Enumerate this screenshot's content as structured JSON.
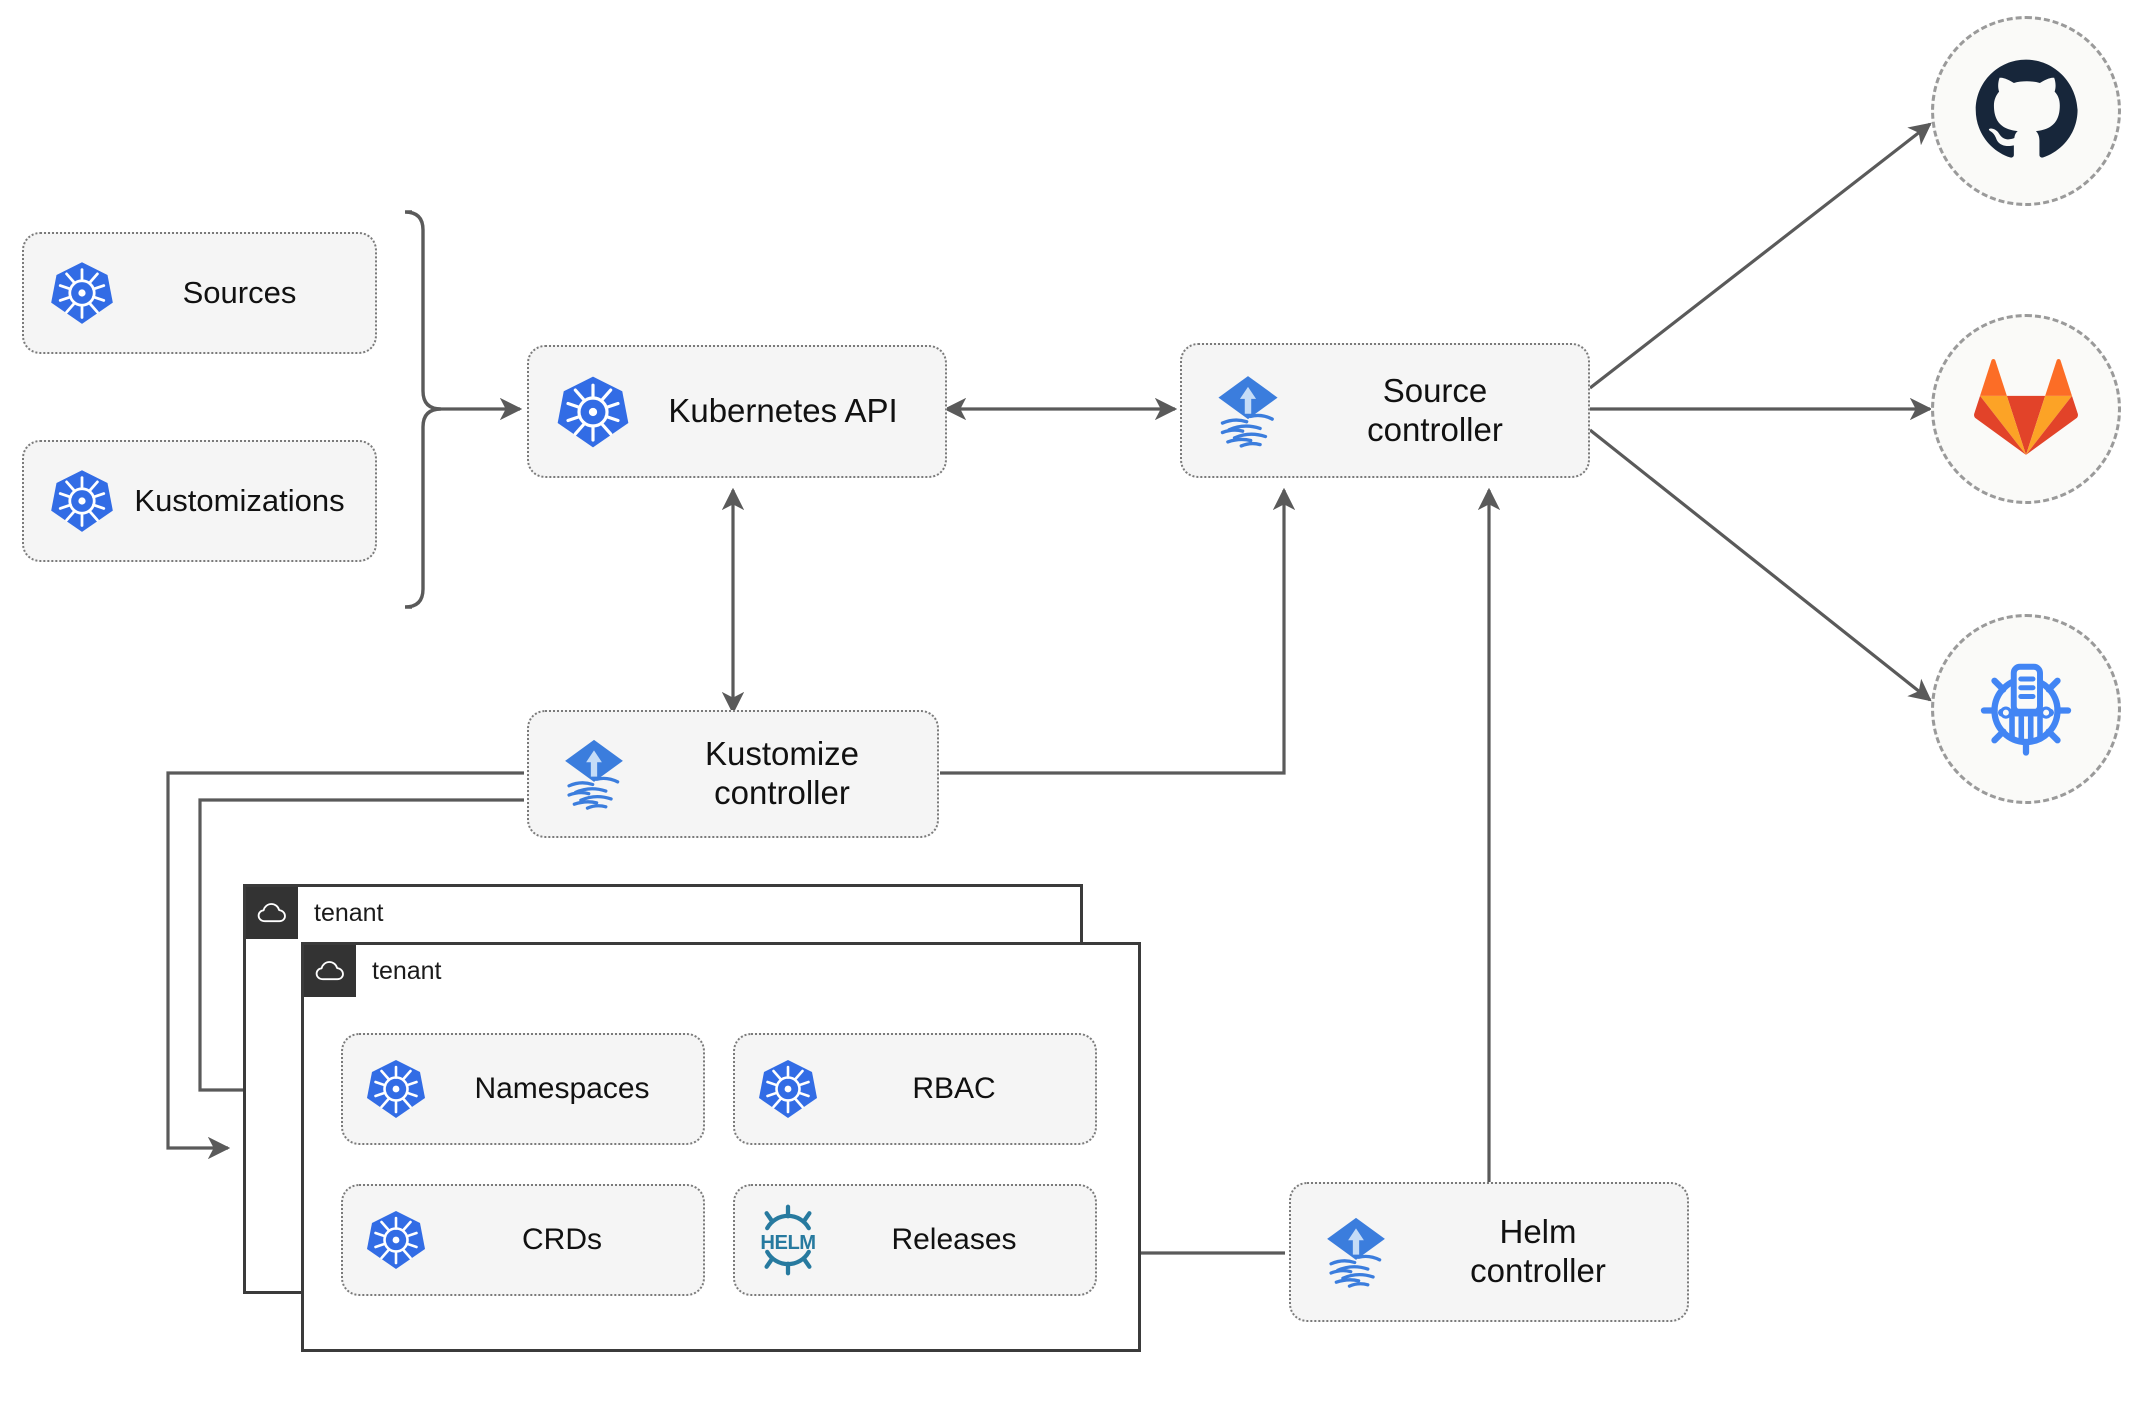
{
  "diagram": {
    "title": "Flux GitOps architecture",
    "colors": {
      "k8s_blue": "#326CE5",
      "flux_blue": "#3B7DDD",
      "helm_teal": "#277A9F",
      "gitlab_orange": "#E24329",
      "gitlab_light_orange": "#FCA326",
      "github_dark": "#17263A",
      "repo_blue": "#4285F4",
      "node_fill": "#F5F5F5",
      "node_border": "#7A7A7A",
      "tenant_border": "#3B3B3B",
      "tenant_tab": "#333333",
      "wire": "#5A5A5A"
    }
  },
  "nodes": {
    "sources": {
      "label": "Sources",
      "icon": "kubernetes-icon"
    },
    "kustomizations": {
      "label": "Kustomizations",
      "icon": "kubernetes-icon"
    },
    "kubernetes_api": {
      "label": "Kubernetes API",
      "icon": "kubernetes-icon"
    },
    "source_controller": {
      "label": "Source\ncontroller",
      "icon": "flux-icon"
    },
    "kustomize_controller": {
      "label": "Kustomize\ncontroller",
      "icon": "flux-icon"
    },
    "helm_controller": {
      "label": "Helm\ncontroller",
      "icon": "flux-icon"
    },
    "namespaces": {
      "label": "Namespaces",
      "icon": "kubernetes-icon"
    },
    "rbac": {
      "label": "RBAC",
      "icon": "kubernetes-icon"
    },
    "crds": {
      "label": "CRDs",
      "icon": "kubernetes-icon"
    },
    "releases": {
      "label": "Releases",
      "icon": "helm-icon"
    }
  },
  "tenants": [
    {
      "name": "tenant",
      "icon": "cloud-icon"
    },
    {
      "name": "tenant",
      "icon": "cloud-icon"
    }
  ],
  "providers": [
    {
      "name": "github",
      "icon": "github-icon"
    },
    {
      "name": "gitlab",
      "icon": "gitlab-icon"
    },
    {
      "name": "helm-repository",
      "icon": "helm-repository-icon"
    }
  ]
}
